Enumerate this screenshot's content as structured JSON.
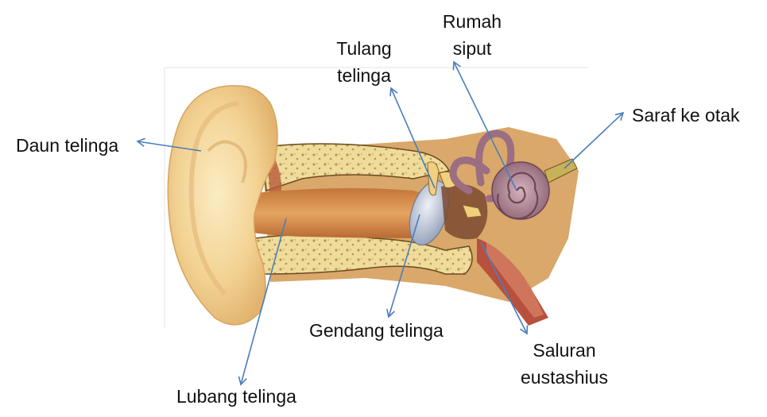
{
  "labels": {
    "daun_telinga": "Daun telinga",
    "lubang_telinga": "Lubang telinga",
    "gendang_telinga": "Gendang telinga",
    "tulang_telinga_1": "Tulang",
    "tulang_telinga_2": "telinga",
    "rumah_siput_1": "Rumah",
    "rumah_siput_2": "siput",
    "saraf_ke_otak": "Saraf ke otak",
    "saluran_eustashius_1": "Saluran",
    "saluran_eustashius_2": "eustashius"
  },
  "colors": {
    "arrow": "#4a7ebb",
    "skin_light": "#f6deaa",
    "skin_mid": "#e8b978",
    "skin_dark": "#c88a4a",
    "canal": "#d98f4e",
    "bone": "#efdc9a",
    "bone_pores": "#b8955a",
    "drum": "#b9c3d6",
    "cochlea": "#a57a8a",
    "muscle": "#b8503e"
  }
}
